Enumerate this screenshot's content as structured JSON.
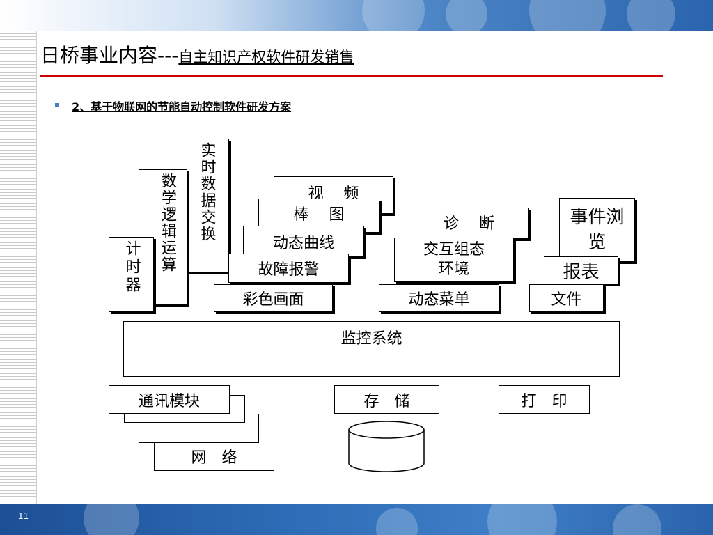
{
  "slide": {
    "title_main": "日桥事业内容---",
    "title_sub": "自主知识产权软件研发销售",
    "bullet": "2、基于物联网的节能自动控制软件研发方案",
    "page_number": "11"
  },
  "diagram": {
    "realtime_exchange": "实时数据交换",
    "math_logic": "数学逻辑运算",
    "timer": "计时器",
    "video": "视　 频",
    "bar_chart": "棒　 图",
    "dynamic_curve": "动态曲线",
    "fault_alarm": "故障报警",
    "color_screen": "彩色画面",
    "diagnosis": "诊　 断",
    "interactive_config": "交互组态环境",
    "dynamic_menu": "动态菜单",
    "event_browse": "事件浏览",
    "report": "报表",
    "file": "文件",
    "monitor_system": "监控系统",
    "comm_module": "通讯模块",
    "network": "网　络",
    "storage": "存　储",
    "print": "打　印"
  },
  "colors": {
    "title_rule": "#cc0000",
    "bullet_marker": "#4a7cc0",
    "top_band": "#2a64ad",
    "bottom_band": "#1c4f95"
  }
}
